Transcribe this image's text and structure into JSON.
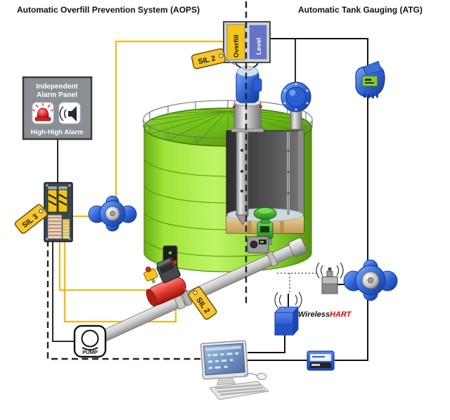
{
  "titles": {
    "aops": "Automatic Overfill Prevention System (AOPS)",
    "atg": "Automatic Tank Gauging (ATG)"
  },
  "signal_box": {
    "overfill": "Overfill",
    "level": "Level"
  },
  "tags": {
    "gauge_sil": "SIL 2",
    "solver_sil": "SIL 3",
    "valve_sil": "SIL 2"
  },
  "alarm_panel": {
    "line1": "Independent",
    "line2": "Alarm Panel",
    "footer": "High-High Alarm"
  },
  "pump": {
    "label": "PUMP"
  },
  "wireless_hart": {
    "wireless": "Wireless",
    "hart": "HART"
  },
  "colors": {
    "tank_green": "#8ed832",
    "roof_green": "#5fae10",
    "wire_yellow": "#f7b718",
    "instrument_blue": "#2b5fd4",
    "valve_red": "#d8322a",
    "valve_green": "#3aa832",
    "tag_yellow": "#f6c62e",
    "hart_red": "#e00000",
    "panel_gray": "#898f94",
    "liquid_amber": "#d4ab66"
  },
  "icons": {
    "siren": "red-alarm-beacon",
    "horn": "audible-alarm-horn",
    "wireless": "radio-wave-arcs",
    "antenna": "gateway-antenna",
    "pump": "circle-pump-symbol",
    "tag": "yellow-sil-rating-tag"
  }
}
